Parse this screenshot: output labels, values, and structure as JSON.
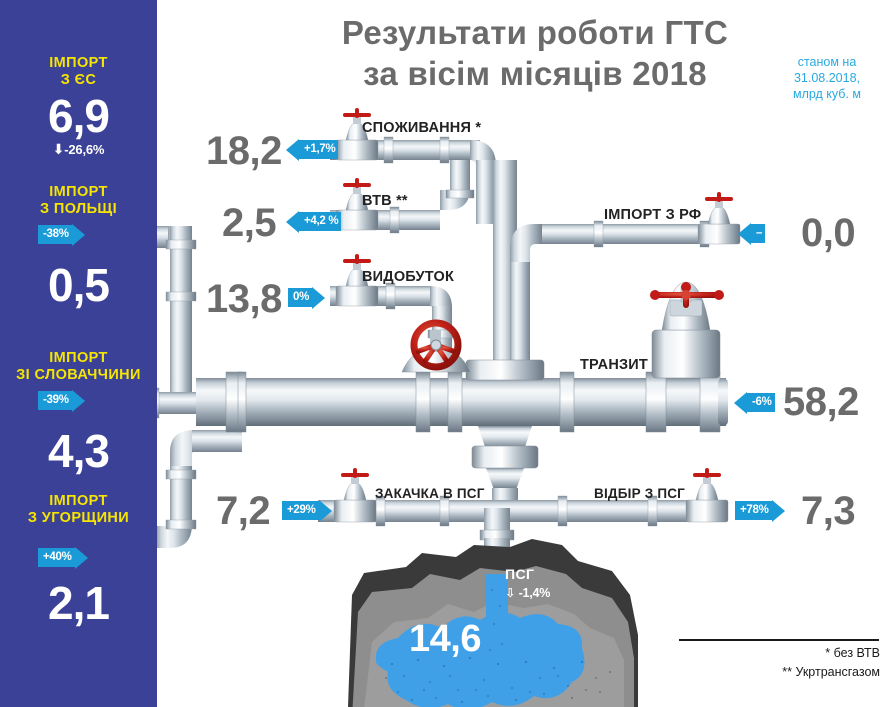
{
  "header": {
    "title_line1": "Результати роботи ГТС",
    "title_line2": "за вісім місяців 2018",
    "as_of": "станом на\n31.08.2018,\nмлрд куб. м",
    "title_color": "#6b6b6b",
    "accent_color": "#29a9e1"
  },
  "sidebar": {
    "background_color": "#3b4196",
    "star_color": "#f6e500",
    "items": [
      {
        "id": "import-eu",
        "caption": "ІМПОРТ\nЗ ЄС",
        "value": "6,9",
        "delta": "-26,6%",
        "delta_direction": "down",
        "has_chip": false,
        "has_stars": true
      },
      {
        "id": "import-poland",
        "caption": "ІМПОРТ\nЗ ПОЛЬЩІ",
        "value": "0,5",
        "delta": "-38%",
        "delta_direction": "right",
        "has_chip": true,
        "has_stars": false
      },
      {
        "id": "import-slovakia",
        "caption": "ІМПОРТ\nЗІ СЛОВАЧЧИНИ",
        "value": "4,3",
        "delta": "-39%",
        "delta_direction": "right",
        "has_chip": true,
        "has_stars": false
      },
      {
        "id": "import-hungary",
        "caption": "ІМПОРТ\nЗ УГОРЩИНИ",
        "value": "2,1",
        "delta": "+40%",
        "delta_direction": "right",
        "has_chip": true,
        "has_stars": false
      }
    ]
  },
  "flows": [
    {
      "id": "consumption",
      "label": "СПОЖИВАННЯ *",
      "value": "18,2",
      "delta": "+1,7%",
      "arrow": "left"
    },
    {
      "id": "vtv",
      "label": "ВТВ **",
      "value": "2,5",
      "delta": "+4,2 %",
      "arrow": "left"
    },
    {
      "id": "production",
      "label": "ВИДОБУТОК",
      "value": "13,8",
      "delta": "0%",
      "arrow": "right"
    },
    {
      "id": "import-rf",
      "label": "ІМПОРТ З  РФ",
      "value": "0,0",
      "delta": "–",
      "arrow": "left"
    },
    {
      "id": "transit",
      "label": "ТРАНЗИТ",
      "value": "58,2",
      "delta": "-6%",
      "arrow": "left"
    },
    {
      "id": "injection",
      "label": "ЗАКАЧКА В ПСГ",
      "value": "7,2",
      "delta": "+29%",
      "arrow": "right"
    },
    {
      "id": "withdrawal",
      "label": "ВІДБІР З ПСГ",
      "value": "7,3",
      "delta": "+78%",
      "arrow": "right"
    }
  ],
  "storage": {
    "label": "ПСГ",
    "delta": "-1,4%",
    "delta_direction": "down",
    "value": "14,6",
    "gas_color": "#3fa0e8",
    "rock_outer_color": "#3a3a3a",
    "rock_inner_color": "#8e8e8e"
  },
  "footnotes": {
    "one": "* без ВТВ",
    "two": "** Укртрансгазом"
  },
  "colors": {
    "chip_blue": "#1a9bd7",
    "number_gray": "#6b6b6b",
    "pipe_light": "#eef2f5",
    "pipe_mid": "#b9c4cd",
    "pipe_dark": "#7f8d99",
    "valve_red": "#c21b17"
  }
}
